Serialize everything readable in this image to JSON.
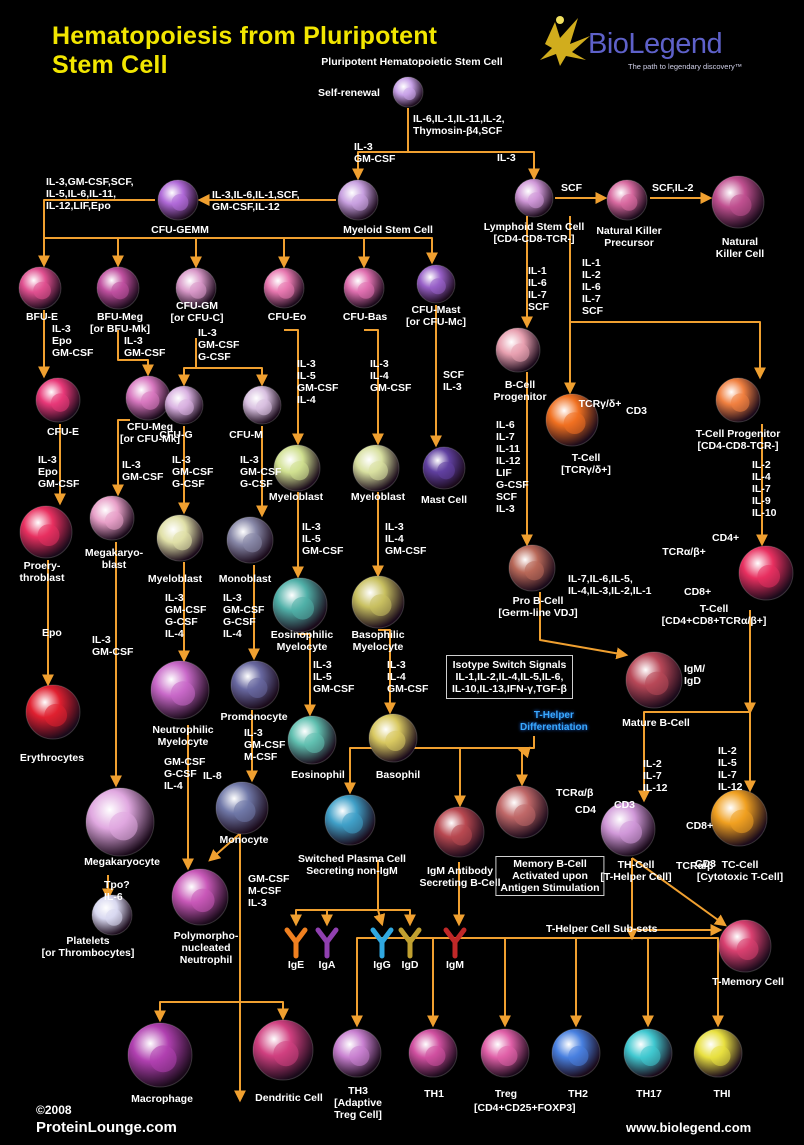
{
  "header": {
    "title_line1": "Hematopoiesis from Pluripotent",
    "title_line2": "Stem Cell",
    "brand": "BioLegend",
    "tagline": "The path to legendary discovery™"
  },
  "footer": {
    "copyright": "©2008",
    "site_left": "ProteinLounge.com",
    "site_right": "www.biolegend.com"
  },
  "colors": {
    "title": "#f2e600",
    "arrow": "#f0a030",
    "brand": "#5e61c9",
    "highlight": "#39a9ff"
  },
  "cells": [
    {
      "id": "phsc",
      "name": "Pluripotent Hematopoietic Stem Cell",
      "color": "#c8a2e8",
      "icon": "stem-cell-icon"
    },
    {
      "id": "cfugemm",
      "name": "CFU-GEMM",
      "color": "#b06ad8",
      "icon": "progenitor-icon"
    },
    {
      "id": "msc",
      "name": "Myeloid Stem Cell",
      "color": "#c8a0e0",
      "icon": "progenitor-icon"
    },
    {
      "id": "lsc",
      "name": "Lymphoid Stem Cell [CD4-CD8-TCR-]",
      "color": "#d098d8",
      "icon": "progenitor-icon"
    },
    {
      "id": "nkp",
      "name": "Natural Killer Precursor",
      "color": "#d86aa0",
      "icon": "progenitor-icon"
    },
    {
      "id": "nk",
      "name": "Natural Killer Cell",
      "color": "#c05090",
      "icon": "nk-cell-icon"
    },
    {
      "id": "bfue",
      "name": "BFU-E",
      "color": "#e05090"
    },
    {
      "id": "bfumeg",
      "name": "BFU-Meg [or BFU-Mk]",
      "color": "#c050a0"
    },
    {
      "id": "cfugm",
      "name": "CFU-GM [or CFU-C]",
      "color": "#d898c8"
    },
    {
      "id": "cfueo",
      "name": "CFU-Eo",
      "color": "#e878b0"
    },
    {
      "id": "cfubas",
      "name": "CFU-Bas",
      "color": "#e070b0"
    },
    {
      "id": "cfumast",
      "name": "CFU-Mast [or CFU-Mc]",
      "color": "#9860c8"
    },
    {
      "id": "cfue",
      "name": "CFU-E",
      "color": "#e83878"
    },
    {
      "id": "cfumeg",
      "name": "CFU-Meg [or CFU-Mk]",
      "color": "#d878c0"
    },
    {
      "id": "cfug",
      "name": "CFU-G",
      "color": "#d8b0e0"
    },
    {
      "id": "cfum",
      "name": "CFU-M",
      "color": "#d8c0e0"
    },
    {
      "id": "bcp",
      "name": "B-Cell Progenitor",
      "color": "#e8a0b0"
    },
    {
      "id": "tcgd",
      "name": "T-Cell [TCRγ/δ+]",
      "color": "#f07020"
    },
    {
      "id": "tcp",
      "name": "T-Cell Progenitor [CD4-CD8-TCR-]",
      "color": "#f08040"
    },
    {
      "id": "mb1",
      "name": "Myeloblast",
      "color": "#d0e090"
    },
    {
      "id": "mb2",
      "name": "Myeloblast",
      "color": "#d8e0a0"
    },
    {
      "id": "mast",
      "name": "Mast Cell",
      "color": "#6040a0"
    },
    {
      "id": "pro",
      "name": "Proerythroblast",
      "color": "#e83060"
    },
    {
      "id": "mkb",
      "name": "Megakaryoblast",
      "color": "#e8a0c8"
    },
    {
      "id": "mb3",
      "name": "Myeloblast",
      "color": "#e0e0a8"
    },
    {
      "id": "monob",
      "name": "Monoblast",
      "color": "#8888a8"
    },
    {
      "id": "eomy",
      "name": "Eosinophilic Myelocyte",
      "color": "#50b0a8"
    },
    {
      "id": "basmy",
      "name": "Basophilic Myelocyte",
      "color": "#c8c060"
    },
    {
      "id": "probc",
      "name": "Pro B-Cell [Germ-line VDJ]",
      "color": "#b86858"
    },
    {
      "id": "tcab",
      "name": "T-Cell [CD4+CD8+TCRα/β+]",
      "color": "#e83060"
    },
    {
      "id": "ery",
      "name": "Erythrocytes",
      "color": "#e02030"
    },
    {
      "id": "neumy",
      "name": "Neutrophilic Myelocyte",
      "color": "#c868c8"
    },
    {
      "id": "promono",
      "name": "Promonocyte",
      "color": "#6868a0"
    },
    {
      "id": "eos",
      "name": "Eosinophil",
      "color": "#60c0b0"
    },
    {
      "id": "bas",
      "name": "Basophil",
      "color": "#d8c860"
    },
    {
      "id": "matb",
      "name": "Mature B-Cell",
      "color": "#b84858"
    },
    {
      "id": "mkc",
      "name": "Megakaryocyte",
      "color": "#e0a8e0"
    },
    {
      "id": "mono",
      "name": "Monocyte",
      "color": "#7078a8"
    },
    {
      "id": "spc",
      "name": "Switched Plasma Cell Secreting non-IgM",
      "color": "#40a0c8"
    },
    {
      "id": "igmab",
      "name": "IgM Antibody Secreting B-Cell",
      "color": "#b84850"
    },
    {
      "id": "memb",
      "name": "Memory B-Cell Activated upon Antigen Stimulation",
      "color": "#c06868"
    },
    {
      "id": "th",
      "name": "TH-Cell [T-Helper Cell]",
      "color": "#d098d8"
    },
    {
      "id": "tc",
      "name": "TC-Cell [Cytotoxic T-Cell]",
      "color": "#f0a020"
    },
    {
      "id": "plt",
      "name": "Platelets [or Thrombocytes]",
      "color": "#d8d8f0"
    },
    {
      "id": "pmn",
      "name": "Polymorphonucleated Neutrophil",
      "color": "#c858b8"
    },
    {
      "id": "tmem",
      "name": "T-Memory Cell",
      "color": "#d84070"
    },
    {
      "id": "mac",
      "name": "Macrophage",
      "color": "#b040b0"
    },
    {
      "id": "dc",
      "name": "Dendritic Cell",
      "color": "#d04080"
    },
    {
      "id": "th3",
      "name": "TH3 [Adaptive Treg Cell]",
      "color": "#c880d0"
    },
    {
      "id": "th1",
      "name": "TH1",
      "color": "#d050a0"
    },
    {
      "id": "treg",
      "name": "Treg",
      "color": "#e060a8"
    },
    {
      "id": "th2",
      "name": "TH2",
      "color": "#4880e0"
    },
    {
      "id": "th17",
      "name": "TH17",
      "color": "#40c8d0"
    },
    {
      "id": "thi",
      "name": "THI",
      "color": "#e8e040"
    }
  ],
  "antibodies": [
    {
      "name": "IgE",
      "color": "#f08020"
    },
    {
      "name": "IgA",
      "color": "#9040b0"
    },
    {
      "name": "IgG",
      "color": "#30a8e0"
    },
    {
      "name": "IgD",
      "color": "#c0a030"
    },
    {
      "name": "IgM",
      "color": "#c02828"
    }
  ],
  "labels": {
    "phsc": "Pluripotent Hematopoietic Stem Cell",
    "self_renewal": "Self-renewal",
    "f_phsc": "IL-6,IL-1,IL-11,IL-2,\nThymosin-β4,SCF",
    "f_to_msc": "IL-3\nGM-CSF",
    "f_to_lsc": "IL-3",
    "f_msc_gemm": "IL-3,IL-6,IL-1,SCF,\nGM-CSF,IL-12",
    "f_gemm": "IL-3,GM-CSF,SCF,\nIL-5,IL-6,IL-11,\nIL-12,LIF,Epo",
    "cfugemm": "CFU-GEMM",
    "msc": "Myeloid Stem Cell",
    "lsc": "Lymphoid Stem Cell\n[CD4-CD8-TCR-]",
    "f_scf": "SCF",
    "nkp": "Natural Killer\nPrecursor",
    "f_nk": "SCF,IL-2",
    "nk": "Natural\nKiller Cell",
    "bfue": "BFU-E",
    "f_bfue": "IL-3\nEpo\nGM-CSF",
    "bfumeg": "BFU-Meg\n[or BFU-Mk]",
    "f_bfumeg": "IL-3\nGM-CSF",
    "cfugm": "CFU-GM\n[or CFU-C]",
    "f_cfugm": "IL-3\nGM-CSF\nG-CSF",
    "cfueo": "CFU-Eo",
    "f_cfueo": "IL-3\nIL-5\nGM-CSF\nIL-4",
    "cfubas": "CFU-Bas",
    "f_cfubas": "IL-3\nIL-4\nGM-CSF",
    "cfumast": "CFU-Mast\n[or CFU-Mc]",
    "f_cfumast": "SCF\nIL-3",
    "f_lsc_b": "IL-1\nIL-6\nIL-7\nSCF",
    "f_lsc_t": "IL-1\nIL-2\nIL-6\nIL-7\nSCF",
    "cfue": "CFU-E",
    "f_cfue": "IL-3\nEpo\nGM-CSF",
    "cfumeg": "CFU-Meg\n[or CFU-Mk]",
    "f_cfumeg": "IL-3\nGM-CSF",
    "cfug": "CFU-G",
    "f_cfug": "IL-3\nGM-CSF\nG-CSF",
    "cfum": "CFU-M",
    "f_cfum": "IL-3\nGM-CSF\nG-CSF",
    "bcp": "B-Cell\nProgenitor",
    "f_bcp": "IL-6\nIL-7\nIL-11\nIL-12\nLIF\nG-CSF\nSCF\nIL-3",
    "tcr_gd": "TCRγ/δ+",
    "cd3": "CD3",
    "tcgd": "T-Cell\n[TCRγ/δ+]",
    "tcp": "T-Cell Progenitor\n[CD4-CD8-TCR-]",
    "f_tcp": "IL-2\nIL-4\nIL-7\nIL-9\nIL-10",
    "mb1": "Myeloblast",
    "f_mb1": "IL-3\nIL-5\nGM-CSF",
    "mb2": "Myeloblast",
    "f_mb2": "IL-3\nIL-4\nGM-CSF",
    "mast": "Mast Cell",
    "pro": "Proery-\nthroblast",
    "f_pro": "Epo",
    "mkb": "Megakaryo-\nblast",
    "f_mkb": "IL-3\nGM-CSF",
    "mb3": "Myeloblast",
    "f_mb3": "IL-3\nGM-CSF\nG-CSF\nIL-4",
    "monob": "Monoblast",
    "f_monob": "IL-3\nGM-CSF\nG-CSF\nIL-4",
    "eomy": "Eosinophilic\nMyelocyte",
    "f_eomy": "IL-3\nIL-5\nGM-CSF",
    "basmy": "Basophilic\nMyelocyte",
    "f_basmy": "IL-3\nIL-4\nGM-CSF",
    "probc": "Pro B-Cell\n[Germ-line VDJ]",
    "f_probc": "IL-7,IL-6,IL-5,\nIL-4,IL-3,IL-2,IL-1",
    "cd4": "CD4+",
    "cd8": "CD8+",
    "tcr_ab": "TCRα/β+",
    "tcab": "T-Cell\n[CD4+CD8+TCRα/β+]",
    "isotype": "Isotype Switch Signals\nIL-1,IL-2,IL-4,IL-5,IL-6,\nIL-10,IL-13,IFN-γ,TGF-β",
    "igm_igd": "IgM/\nIgD",
    "matb": "Mature B-Cell",
    "ery": "Erythrocytes",
    "neumy": "Neutrophilic\nMyelocyte",
    "f_neumy": "GM-CSF\nG-CSF\nIL-4",
    "promono": "Promonocyte",
    "f_promono": "IL-3\nGM-CSF\nM-CSF",
    "eos": "Eosinophil",
    "bas": "Basophil",
    "f_th": "IL-2\nIL-7\nIL-12",
    "f_tc": "IL-2\nIL-5\nIL-7\nIL-12",
    "mkc": "Megakaryocyte",
    "f_mkc": "Tpo?\nIL-6",
    "il8": "IL-8",
    "mono": "Monocyte",
    "spc": "Switched Plasma Cell\nSecreting non-IgM",
    "igmab": "IgM Antibody\nSecreting B-Cell",
    "memb": "Memory B-Cell\nActivated upon\nAntigen Stimulation",
    "tcr_ab2": "TCRα/β",
    "cd3b": "CD3",
    "cd4b": "CD4",
    "th": "TH-Cell\n[T-Helper Cell]",
    "cd8b": "CD8+",
    "tcr_ab3": "TCRα/β",
    "cd3c": "CD3",
    "tc": "TC-Cell\n[Cytotoxic T-Cell]",
    "plt": "Platelets\n[or Thrombocytes]",
    "pmn": "Polymorpho-\nnucleated\nNeutrophil",
    "f_mono": "GM-CSF\nM-CSF\nIL-3",
    "thd": "T-Helper\nDifferentiation",
    "tmem": "T-Memory Cell",
    "subsets": "T-Helper Cell Sub-sets",
    "mac": "Macrophage",
    "dc": "Dendritic Cell",
    "th3": "TH3\n[Adaptive\nTreg Cell]",
    "th1": "TH1",
    "treg": "Treg",
    "cd4treg": "[CD4+CD25+FOXP3]",
    "th2": "TH2",
    "th17": "TH17",
    "thi": "THI"
  }
}
